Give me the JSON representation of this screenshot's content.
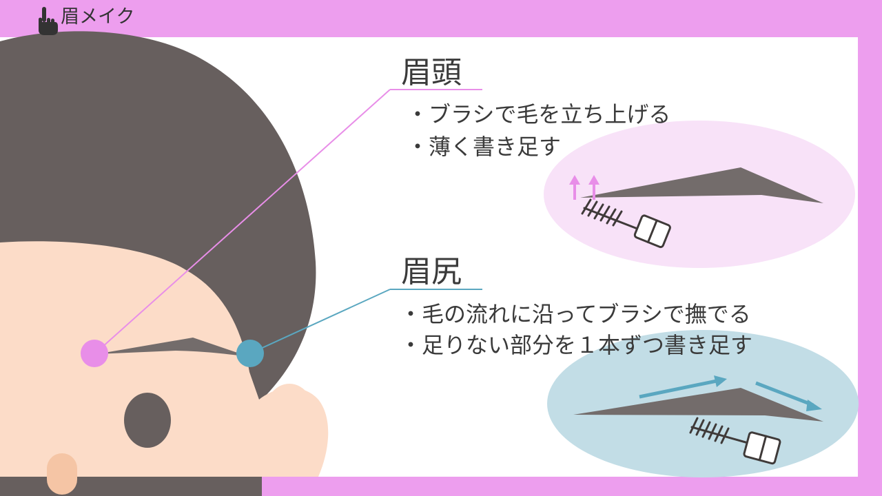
{
  "header": {
    "title": "眉メイク",
    "icon": "pointing-hand-icon"
  },
  "sections": [
    {
      "heading": "眉頭",
      "color": "#e88ee8",
      "bullets": [
        "・ブラシで毛を立ち上げる",
        "・薄く書き足す"
      ]
    },
    {
      "heading": "眉尻",
      "color": "#5aa7c0",
      "bullets": [
        "・毛の流れに沿ってブラシで撫でる",
        "・足りない部分を１本ずつ書き足す"
      ]
    }
  ],
  "colors": {
    "frame": "#ed9eee",
    "panel": "#ffffff",
    "hair": "#675f5e",
    "skin": "#fcdcc8",
    "skin_shadow": "#f5c5a5",
    "brow": "#736c6b",
    "pink_ellipse": "#f8e2f8",
    "blue_ellipse": "#c2dde6",
    "pink_accent": "#e88ee8",
    "blue_accent": "#5aa7c0"
  }
}
